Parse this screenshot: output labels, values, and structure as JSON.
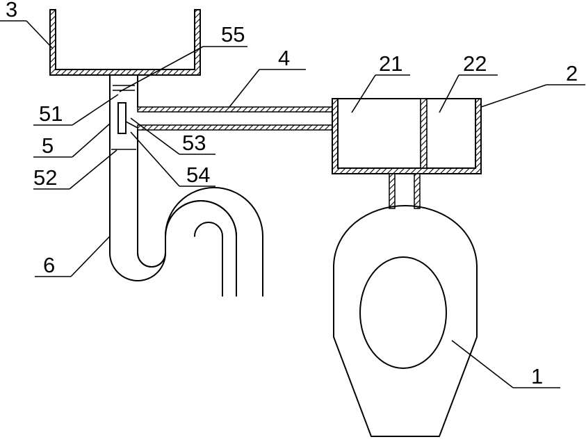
{
  "labels": {
    "l1": "1",
    "l2": "2",
    "l21": "21",
    "l22": "22",
    "l3": "3",
    "l4": "4",
    "l5": "5",
    "l51": "51",
    "l52": "52",
    "l53": "53",
    "l54": "54",
    "l55": "55",
    "l6": "6"
  }
}
